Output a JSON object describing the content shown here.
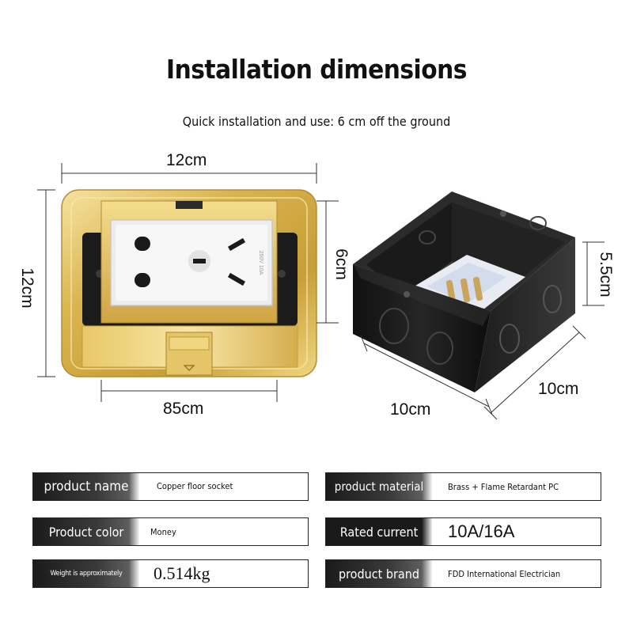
{
  "header": {
    "title": "Installation dimensions",
    "subtitle": "Quick installation and use: 6 cm off the ground"
  },
  "dimensions": {
    "socket_width": "12cm",
    "socket_height": "12cm",
    "socket_panel_width": "85cm",
    "socket_panel_height": "6cm",
    "box_height": "5.5cm",
    "box_width": "10cm",
    "box_depth": "10cm"
  },
  "socket_face_text": "250V 10A",
  "specs": [
    {
      "label": "product name",
      "value": "Copper floor socket"
    },
    {
      "label": "product material",
      "value": "Brass + Flame Retardant PC"
    },
    {
      "label": "Product color",
      "value": "Money"
    },
    {
      "label": "Rated current",
      "value": "10A/16A"
    },
    {
      "label": "Weight is approximately",
      "value": "0.514kg"
    },
    {
      "label": "product brand",
      "value": "FDD International Electrician"
    }
  ],
  "colors": {
    "gold_light": "#f2da86",
    "gold_mid": "#d8b24a",
    "gold_dark": "#a9832a",
    "box_black": "#1a1a1a"
  }
}
